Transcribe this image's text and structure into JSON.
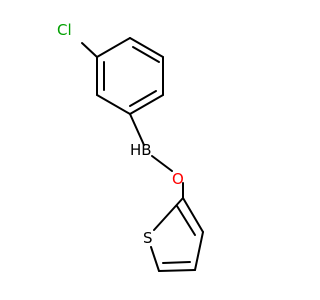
{
  "structure": {
    "atoms": {
      "cl": {
        "label": "Cl",
        "color": "#00a000"
      },
      "hb": {
        "label": "HB",
        "color": "#000000"
      },
      "o": {
        "label": "O",
        "color": "#ff0000"
      },
      "s": {
        "label": "S",
        "color": "#000000"
      }
    },
    "bond_color": "#000000",
    "rings": [
      "benzene",
      "thiophene"
    ]
  }
}
